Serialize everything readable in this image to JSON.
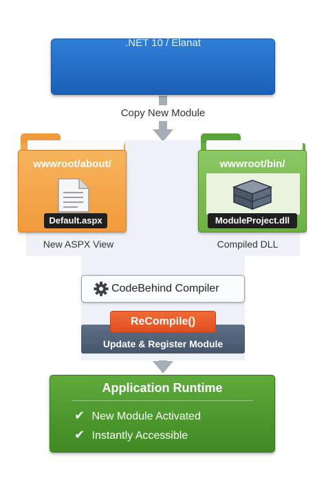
{
  "header": {
    "title": "Live CodeBehind App",
    "subtitle": ".NET 10 / Elanat"
  },
  "step_copy": {
    "label": "Copy New Module"
  },
  "folders": [
    {
      "path": "wwwroot/about/",
      "file": "Default.aspx",
      "caption": "New ASPX View",
      "color": "#f4a448",
      "icon": "document-icon"
    },
    {
      "path": "wwwroot/bin/",
      "file": "ModuleProject.dll",
      "caption": "Compiled DLL",
      "color": "#6cb044",
      "icon": "database-icon"
    }
  ],
  "compiler": {
    "label": "CodeBehind Compiler",
    "icon": "gear-icon",
    "recompile": "ReCompile()",
    "update": "Update & Register Module"
  },
  "runtime": {
    "title": "Application Runtime",
    "items": [
      "New Module Activated",
      "Instantly Accessible"
    ],
    "icon": "check-icon"
  },
  "colors": {
    "title_blue": "#1c5fb8",
    "recompile_orange": "#e24f1f",
    "update_slate": "#4f6077",
    "runtime_green": "#4a9a2d",
    "arrow_gray": "#9aa3ad"
  }
}
